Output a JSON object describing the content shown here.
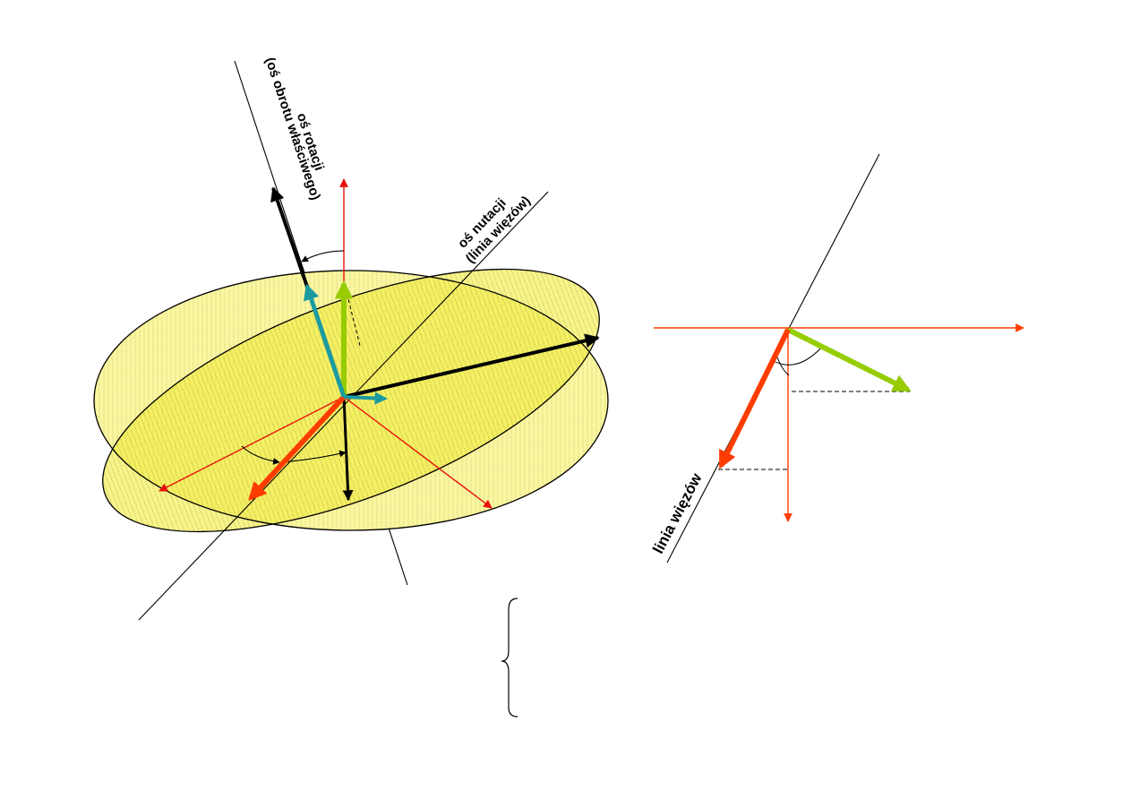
{
  "labels": {
    "rotation_axis": "oś rotacji",
    "rotation_axis_sub": "(oś obrotu właściwego)",
    "nutation_axis": "oś nutacji",
    "nutation_axis_sub": "(linia więzów)",
    "constraint_line": "linia więzów"
  },
  "colors": {
    "disc_fill": "#fbf7a0",
    "disc_fill_inner": "#f4ec3a",
    "hatch": "#8c8c46",
    "red": "#e8100a",
    "orange_red": "#ff3c00",
    "green": "#96cc00",
    "teal": "#1b9aa0",
    "black": "#000000"
  }
}
